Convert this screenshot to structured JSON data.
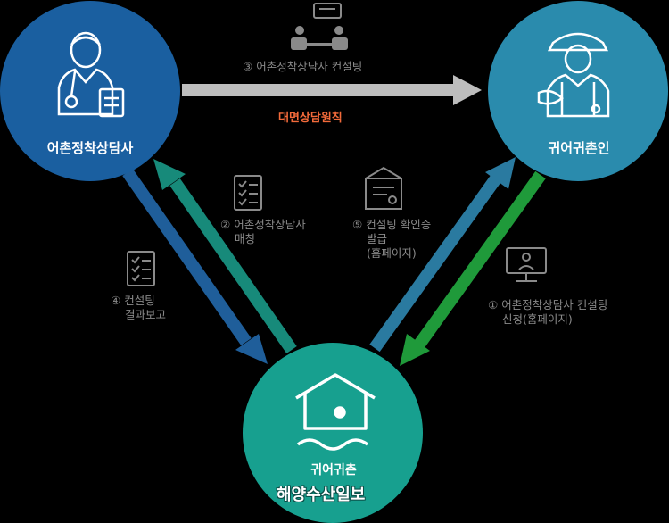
{
  "nodes": {
    "counselor": {
      "label": "어촌정착상담사",
      "color": "#1a5fa0"
    },
    "returnee": {
      "label": "귀어귀촌인",
      "color": "#2a8bad"
    },
    "center": {
      "label": "귀어귀촌",
      "color": "#17a08f"
    }
  },
  "watermark": "해양수산일보",
  "principle": "대면상담원칙",
  "steps": {
    "s1": {
      "num": "①",
      "line1": "어촌정착상담사 컨설팅",
      "line2": "신청(홈페이지)"
    },
    "s2": {
      "num": "②",
      "line1": "어촌정착상담사",
      "line2": "매칭"
    },
    "s3": {
      "num": "③",
      "line1": "어촌정착상담사 컨설팅"
    },
    "s4": {
      "num": "④",
      "line1": "컨설팅",
      "line2": "결과보고"
    },
    "s5": {
      "num": "⑤",
      "line1": "컨설팅 확인증",
      "line2": "발급",
      "line3": "(홈페이지)"
    }
  },
  "icons": {
    "counselor": "doctor-person-icon",
    "returnee": "fisher-person-icon",
    "center": "house-waves-icon",
    "s1": "computer-monitor-icon",
    "s2": "checklist-icon",
    "s3": "meeting-icon",
    "s4": "checklist-icon",
    "s5": "certificate-icon"
  },
  "arrow_colors": {
    "gray": "#bdbdbd",
    "blue": "#1f5e9a",
    "teal": "#178a7a",
    "steel": "#2a7aa0",
    "green": "#1f9a3a"
  }
}
